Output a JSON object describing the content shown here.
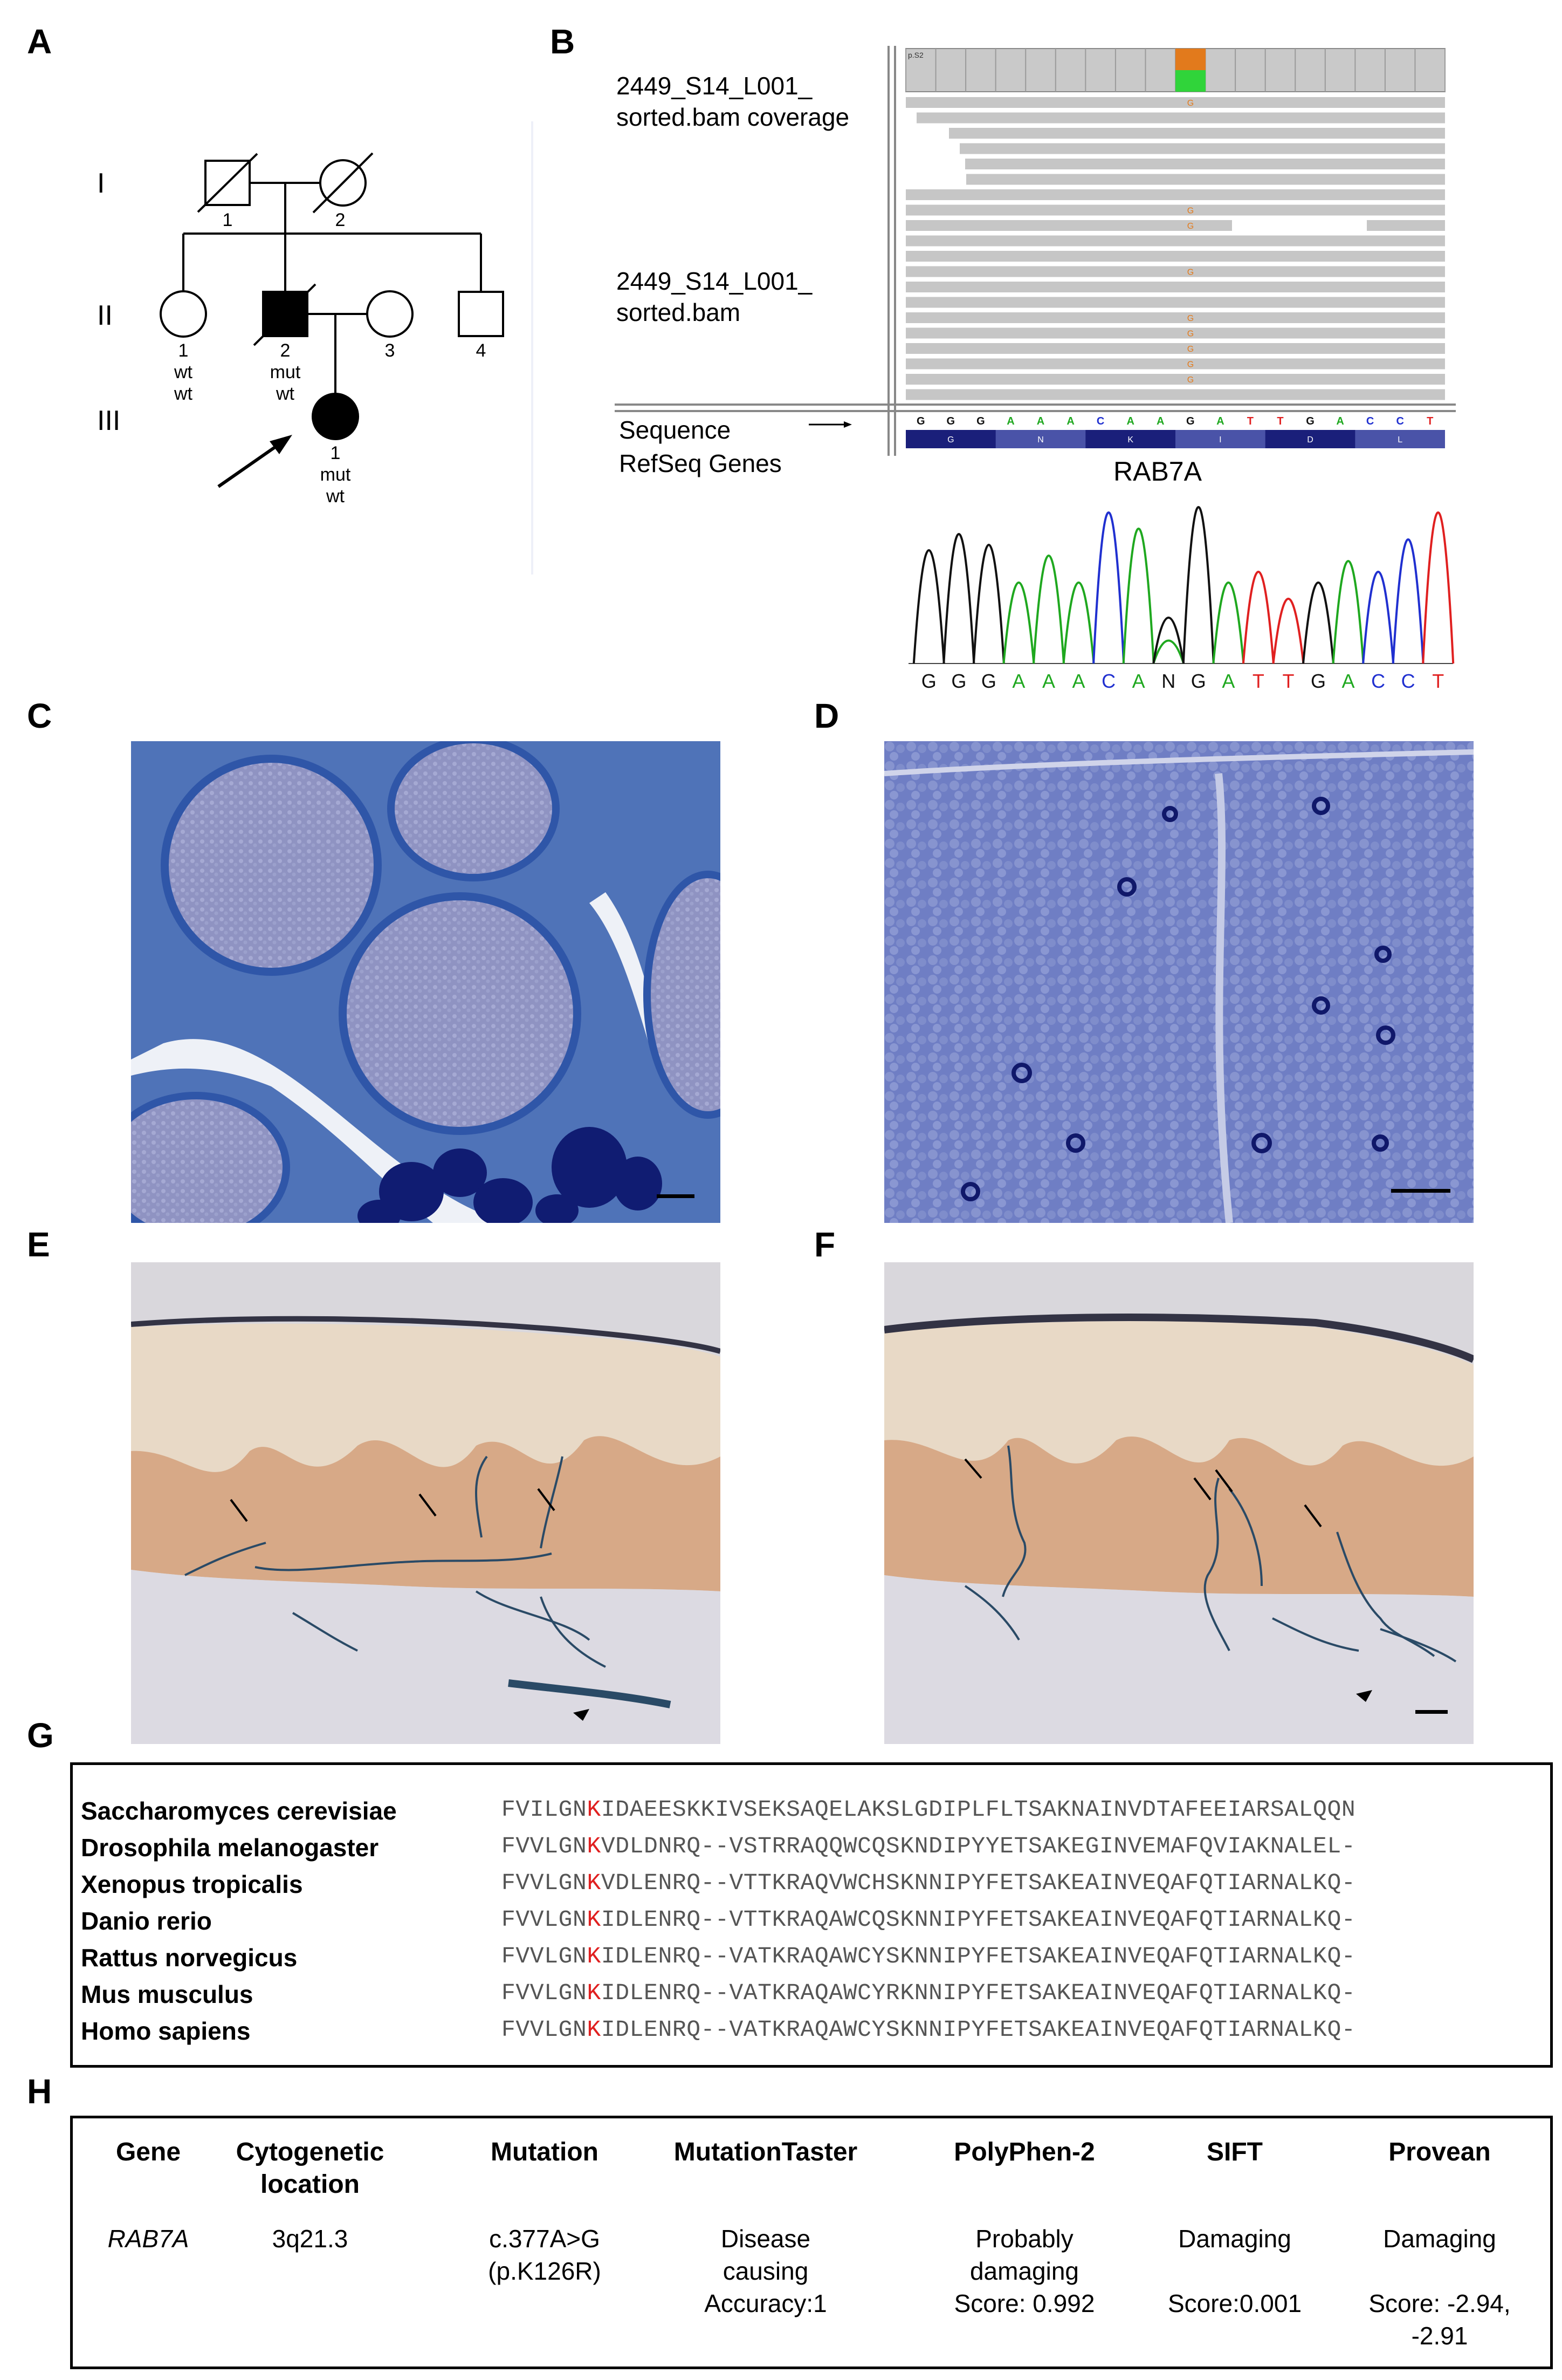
{
  "panels": {
    "a": "A",
    "b": "B",
    "c": "C",
    "d": "D",
    "e": "E",
    "f": "F",
    "g": "G",
    "h": "H"
  },
  "pedigree": {
    "generations": [
      "I",
      "II",
      "III"
    ],
    "individuals": {
      "I1": {
        "num": "1"
      },
      "I2": {
        "num": "2"
      },
      "II1": {
        "num": "1",
        "g1": "wt",
        "g2": "wt"
      },
      "II2": {
        "num": "2",
        "g1": "mut",
        "g2": "wt"
      },
      "II3": {
        "num": "3"
      },
      "II4": {
        "num": "4"
      },
      "III1": {
        "num": "1",
        "g1": "mut",
        "g2": "wt"
      }
    }
  },
  "igv": {
    "coverage_track": "2449_S14_L001_\nsorted.bam coverage",
    "bam_track": "2449_S14_L001_\nsorted.bam",
    "sequence_label": "Sequence",
    "refseq_label": "RefSeq Genes",
    "gene": "RAB7A",
    "ruler_text": "p.S2",
    "variant_base": "G",
    "ref_bases": [
      "G",
      "G",
      "G",
      "A",
      "A",
      "A",
      "C",
      "A",
      "A",
      "G",
      "A",
      "T",
      "T",
      "G",
      "A",
      "C",
      "C",
      "T"
    ],
    "amino_acids": [
      "G",
      "N",
      "K",
      "I",
      "D",
      "L"
    ]
  },
  "chromatogram": {
    "bases": [
      "G",
      "G",
      "G",
      "A",
      "A",
      "A",
      "C",
      "A",
      "N",
      "G",
      "A",
      "T",
      "T",
      "G",
      "A",
      "C",
      "C",
      "T"
    ]
  },
  "colors": {
    "A": "#1fa81f",
    "C": "#2030d0",
    "G": "#111111",
    "T": "#e02020",
    "N": "#111111",
    "toluidine": "#3f59a8",
    "skin_brown": "#c89468",
    "fiber": "#2f4f6a"
  },
  "alignment": {
    "rows": [
      {
        "species": "Saccharomyces cerevisiae",
        "pre": "FVILGN",
        "k": "K",
        "post": "IDAEESKKIVSEKSAQELAKSLGDIPLFLTSAKNAINVDTAFEEIARSALQQN"
      },
      {
        "species": "Drosophila melanogaster",
        "pre": "FVVLGN",
        "k": "K",
        "post": "VDLDNRQ--VSTRRAQQWCQSKNDIPYYETSAKEGINVEMAFQVIAKNALEL-"
      },
      {
        "species": "Xenopus tropicalis",
        "pre": "FVVLGN",
        "k": "K",
        "post": "VDLENRQ--VTTKRAQVWCHSKNNIPYFETSAKEAINVEQAFQTIARNALKQ-"
      },
      {
        "species": "Danio rerio",
        "pre": "FVVLGN",
        "k": "K",
        "post": "IDLENRQ--VTTKRAQAWCQSKNNIPYFETSAKEAINVEQAFQTIARNALKQ-"
      },
      {
        "species": "Rattus norvegicus",
        "pre": "FVVLGN",
        "k": "K",
        "post": "IDLENRQ--VATKRAQAWCYSKNNIPYFETSAKEAINVEQAFQTIARNALKQ-"
      },
      {
        "species": "Mus musculus",
        "pre": "FVVLGN",
        "k": "K",
        "post": "IDLENRQ--VATKRAQAWCYRKNNIPYFETSAKEAINVEQAFQTIARNALKQ-"
      },
      {
        "species": "Homo sapiens",
        "pre": "FVVLGN",
        "k": "K",
        "post": "IDLENRQ--VATKRAQAWCYSKNNIPYFETSAKEAINVEQAFQTIARNALKQ-"
      }
    ]
  },
  "table": {
    "headers": [
      "Gene",
      "Cytogenetic\nlocation",
      "Mutation",
      "MutationTaster",
      "PolyPhen-2",
      "SIFT",
      "Provean"
    ],
    "row": {
      "gene": "RAB7A",
      "location": "3q21.3",
      "mutation": "c.377A>G\n(p.K126R)",
      "taster": "Disease\ncausing\nAccuracy:1",
      "polyphen": "Probably\ndamaging\nScore: 0.992",
      "sift": "Damaging\n\nScore:0.001",
      "provean": "Damaging\n\nScore: -2.94,\n-2.91"
    }
  }
}
